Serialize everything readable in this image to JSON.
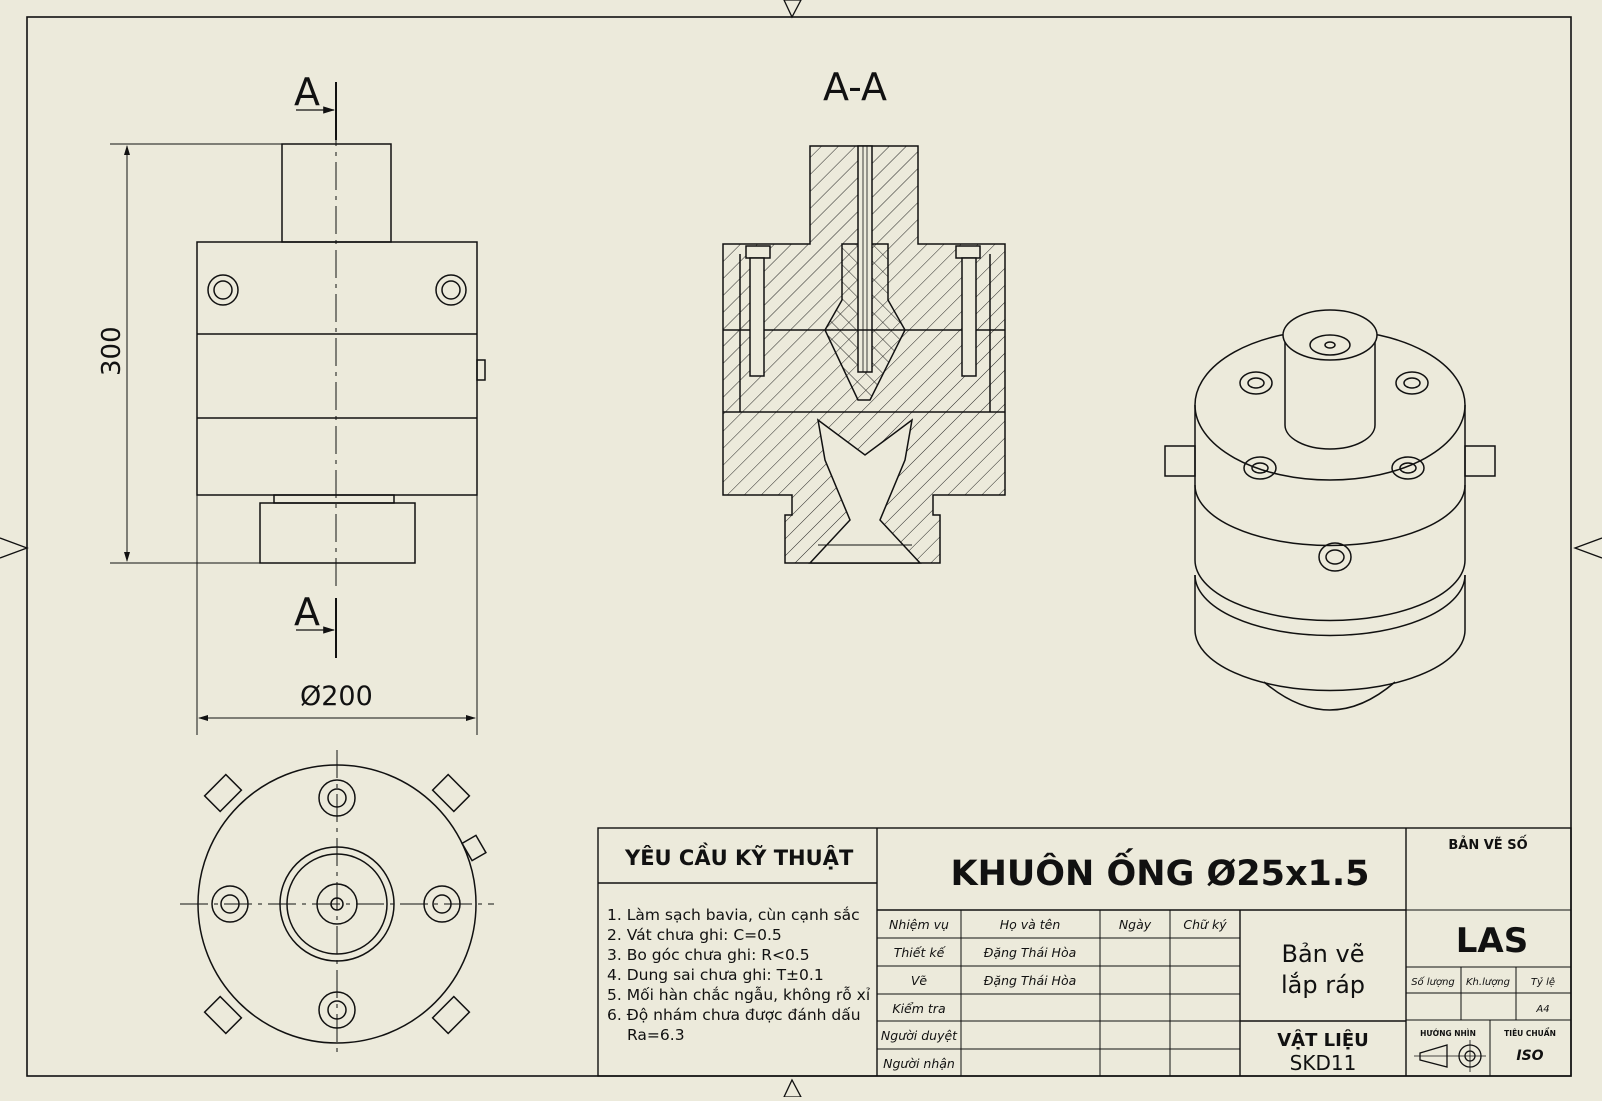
{
  "colors": {
    "paper": "#eceadb",
    "ink": "#111111"
  },
  "views": {
    "section_label_left_top": "A",
    "section_label_left_bottom": "A",
    "section_title": "A-A",
    "dim_height": "300",
    "dim_diameter": "Ø200"
  },
  "title_block": {
    "requirements_title": "YÊU CẦU KỸ THUẬT",
    "requirements": [
      "1. Làm sạch bavia, cùn cạnh sắc",
      "2. Vát chưa ghi: C=0.5",
      "3. Bo góc chưa ghi: R<0.5",
      "4. Dung sai chưa ghi: T±0.1",
      "5. Mối hàn chắc ngẫu, không rỗ xỉ",
      "6. Độ nhám chưa được đánh dấu",
      "Ra=6.3"
    ],
    "drawing_title": "KHUÔN ỐNG Ø25x1.5",
    "headers": {
      "task": "Nhiệm vụ",
      "name": "Họ và tên",
      "date": "Ngày",
      "signature": "Chữ ký"
    },
    "roles": [
      {
        "role": "Thiết kế",
        "name": "Đặng Thái Hòa"
      },
      {
        "role": "Vẽ",
        "name": "Đặng Thái Hòa"
      },
      {
        "role": "Kiểm tra",
        "name": ""
      },
      {
        "role": "Người duyệt",
        "name": ""
      },
      {
        "role": "Người nhận",
        "name": ""
      }
    ],
    "drawing_type_line1": "Bản vẽ",
    "drawing_type_line2": "lắp ráp",
    "material_label": "VẬT LIỆU",
    "material_value": "SKD11",
    "drawing_no_label": "BẢN VẼ SỐ",
    "company": "LAS",
    "quantity_label": "Số lượng",
    "weight_label": "Kh.lượng",
    "scale_label": "Tỷ lệ",
    "paper_size": "A4",
    "projection_label": "HƯỚNG NHÌN",
    "standard_label": "TIÊU CHUẨN",
    "standard_value": "ISO"
  }
}
